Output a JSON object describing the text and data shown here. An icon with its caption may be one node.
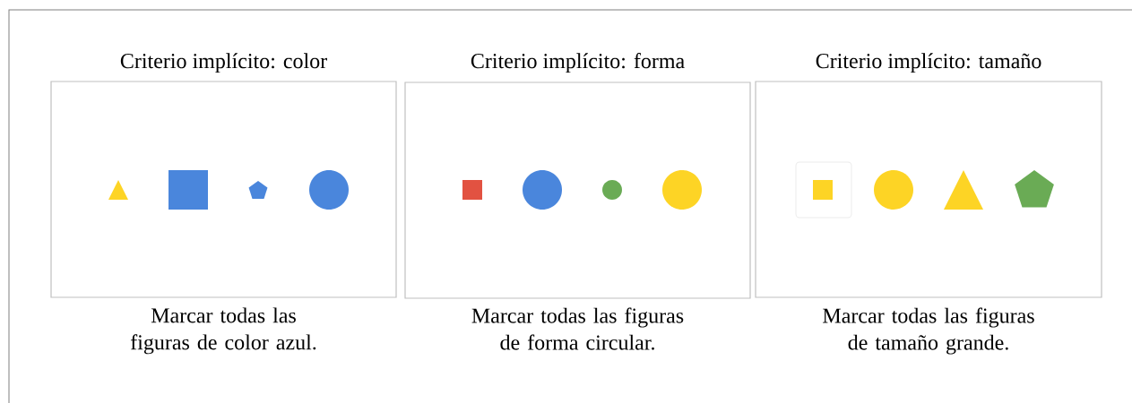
{
  "diagram": {
    "nodes": [
      {
        "text": [
          "Criterio implícito: color"
        ],
        "beside": [
          "Marcar todas las figuras de color azul."
        ]
      },
      {
        "text": [
          "Criterio implícito: forma"
        ],
        "beside": [
          "Marcar todas las figuras de forma circular."
        ]
      },
      {
        "text": [
          "Criterio implícito: tamaño"
        ],
        "beside": [
          "Marcar todas las figuras de tamaño grande."
        ]
      }
    ]
  }
}
